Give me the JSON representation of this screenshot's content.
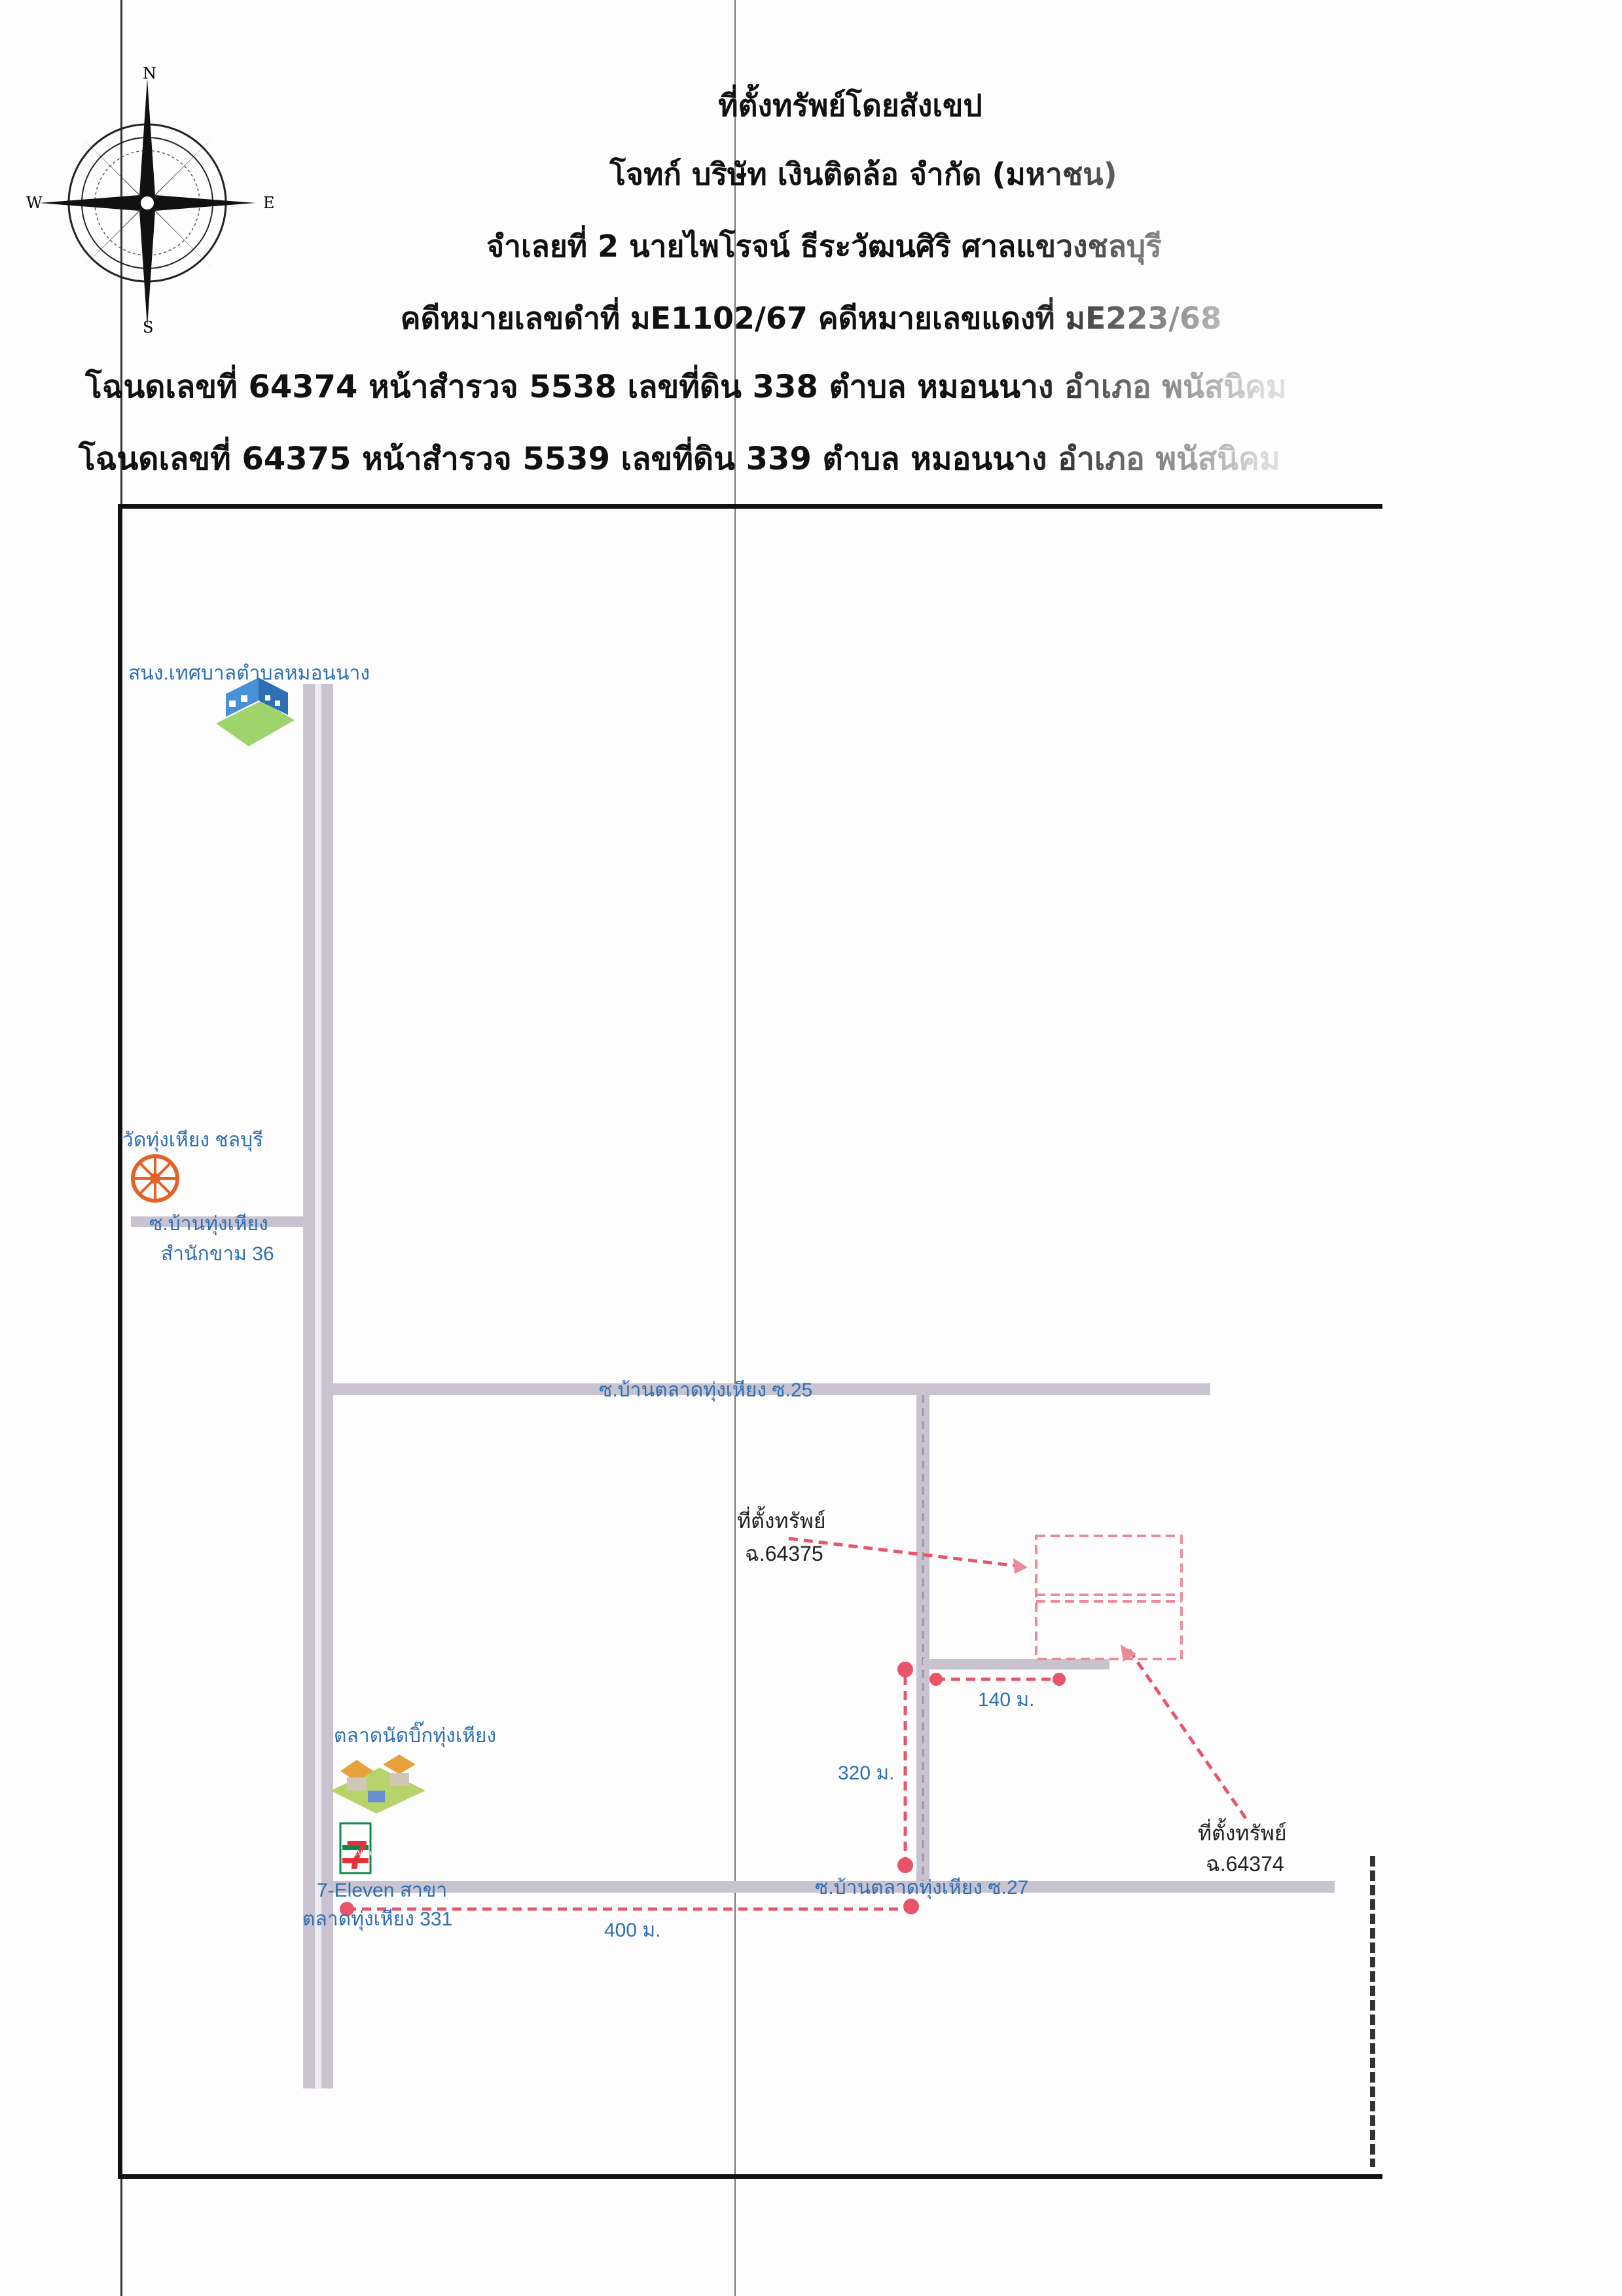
{
  "header": {
    "line1": "ที่ตั้งทรัพย์โดยสังเขป",
    "line2": "โจทก์ บริษัท เงินติดล้อ จำกัด (มหาชน)",
    "line3": "จำเลยที่ 2 นายไพโรจน์ ธีระวัฒนศิริ ศาลแขวงชลบุรี",
    "line4": "คดีหมายเลขดำที่ มE1102/67 คดีหมายเลขแดงที่ มE223/68",
    "line5": "โฉนดเลขที่ 64374 หน้าสำรวจ 5538 เลขที่ดิน 338 ตำบล หมอนนาง อำเภอ พนัสนิคม",
    "line6": "โฉนดเลขที่ 64375 หน้าสำรวจ 5539 เลขที่ดิน 339 ตำบล หมอนนาง อำเภอ พนัสนิคม"
  },
  "compass": {
    "n": "N",
    "s": "S",
    "e": "E",
    "w": "W"
  },
  "landmarks": {
    "municipality": "สนง.เทศบาลตำบลหมอนนาง",
    "temple": "วัดทุ่งเหียง ชลบุรี",
    "soi_36_line1": "ซ.บ้านทุ่งเหียง",
    "soi_36_line2": "สำนักขาม 36",
    "soi_25": "ซ.บ้านตลาดทุ่งเหียง ซ.25",
    "property_1_line1": "ที่ตั้งทรัพย์",
    "property_1_line2": "ฉ.64375",
    "property_2_line1": "ที่ตั้งทรัพย์",
    "property_2_line2": "ฉ.64374",
    "market": "ตลาดนัดบิ๊กทุ่งเหียง",
    "seven_line1": "7-Eleven สาขา",
    "seven_line2": "ตลาดทุ่งเหียง 331",
    "soi_27": "ซ.บ้านตลาดทุ่งเหียง ซ.27",
    "seven_logo": "7",
    "seven_logo_small": "ELEVEn"
  },
  "distances": {
    "d140": "140 ม.",
    "d320": "320 ม.",
    "d400": "400 ม."
  },
  "colors": {
    "road": "#c9c3cf",
    "road_edge": "#a9a2b4",
    "route": "#e8556a",
    "label_blue": "#2f6fb3"
  }
}
